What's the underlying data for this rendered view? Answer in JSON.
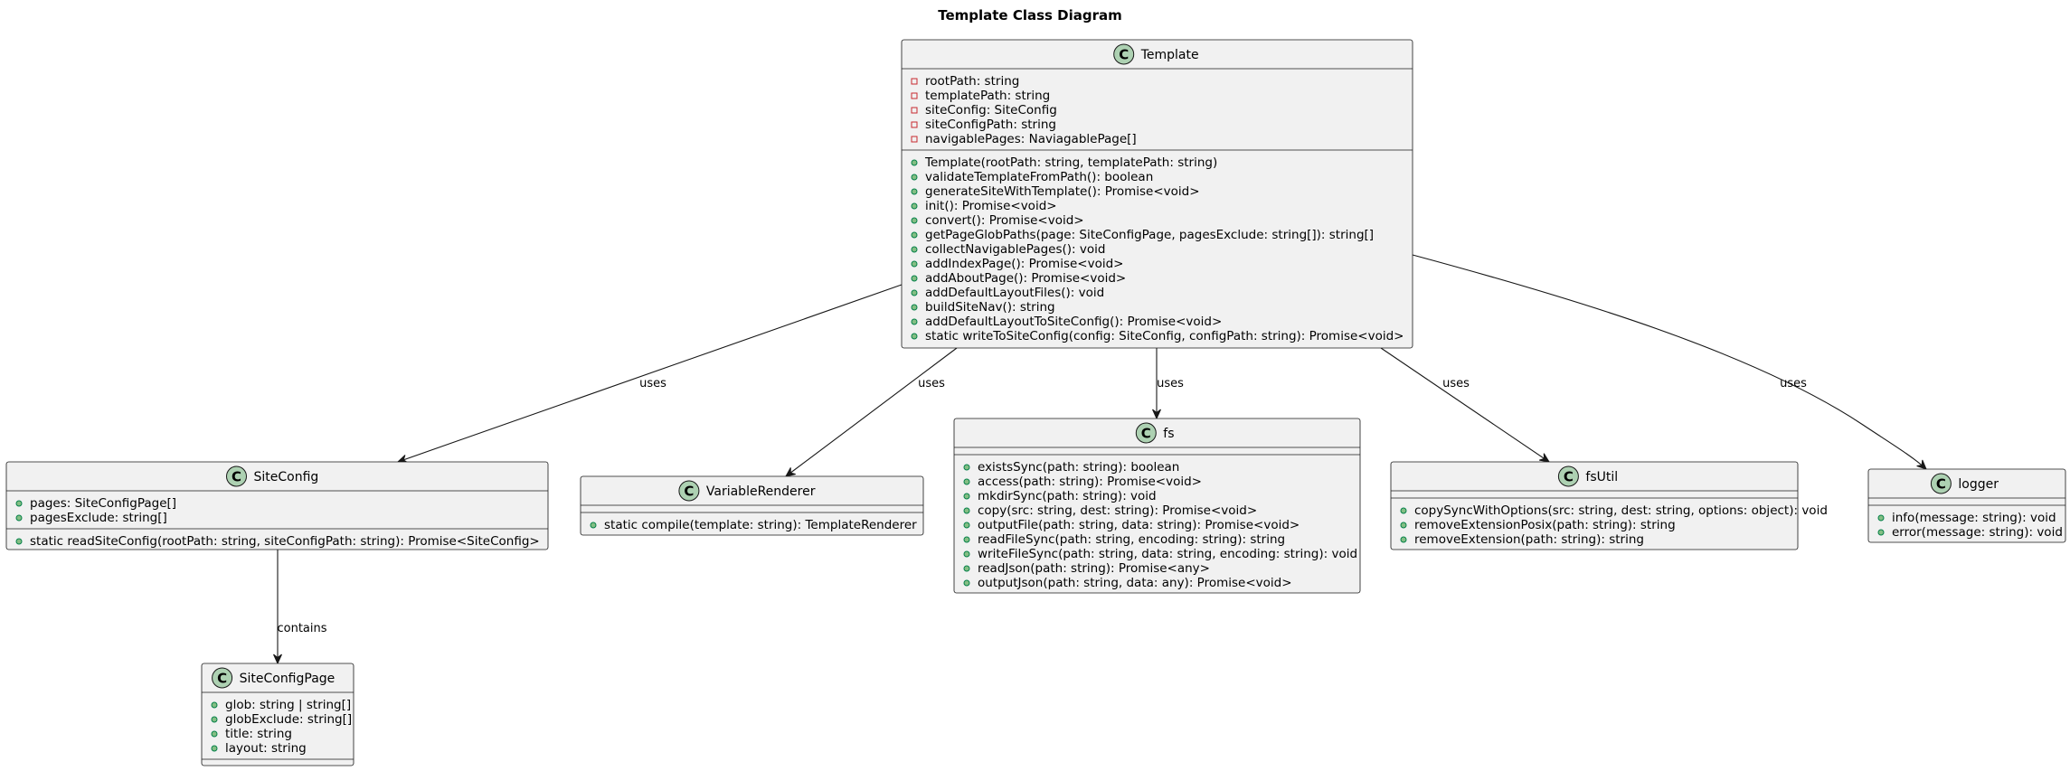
{
  "title": "Template Class Diagram",
  "class_icon_letter": "C",
  "colors": {
    "box_fill": "#f1f1f1",
    "border": "#181818",
    "class_icon": "#add1b2",
    "private_marker": "#c82930",
    "public_marker": "#84be84"
  },
  "classes": {
    "template": {
      "name": "Template",
      "fields": [
        {
          "visibility": "private",
          "text": "rootPath: string"
        },
        {
          "visibility": "private",
          "text": "templatePath: string"
        },
        {
          "visibility": "private",
          "text": "siteConfig: SiteConfig"
        },
        {
          "visibility": "private",
          "text": "siteConfigPath: string"
        },
        {
          "visibility": "private",
          "text": "navigablePages: NaviagablePage[]"
        }
      ],
      "methods": [
        {
          "visibility": "public",
          "text": "Template(rootPath: string, templatePath: string)"
        },
        {
          "visibility": "public",
          "text": "validateTemplateFromPath(): boolean"
        },
        {
          "visibility": "public",
          "text": "generateSiteWithTemplate(): Promise<void>"
        },
        {
          "visibility": "public",
          "text": "init(): Promise<void>"
        },
        {
          "visibility": "public",
          "text": "convert(): Promise<void>"
        },
        {
          "visibility": "public",
          "text": "getPageGlobPaths(page: SiteConfigPage, pagesExclude: string[]): string[]"
        },
        {
          "visibility": "public",
          "text": "collectNavigablePages(): void"
        },
        {
          "visibility": "public",
          "text": "addIndexPage(): Promise<void>"
        },
        {
          "visibility": "public",
          "text": "addAboutPage(): Promise<void>"
        },
        {
          "visibility": "public",
          "text": "addDefaultLayoutFiles(): void"
        },
        {
          "visibility": "public",
          "text": "buildSiteNav(): string"
        },
        {
          "visibility": "public",
          "text": "addDefaultLayoutToSiteConfig(): Promise<void>"
        },
        {
          "visibility": "public",
          "text": "static writeToSiteConfig(config: SiteConfig, configPath: string): Promise<void>"
        }
      ]
    },
    "siteconfig": {
      "name": "SiteConfig",
      "fields": [
        {
          "visibility": "public",
          "text": "pages: SiteConfigPage[]"
        },
        {
          "visibility": "public",
          "text": "pagesExclude: string[]"
        }
      ],
      "methods": [
        {
          "visibility": "public",
          "text": "static readSiteConfig(rootPath: string, siteConfigPath: string): Promise<SiteConfig>"
        }
      ]
    },
    "variablerenderer": {
      "name": "VariableRenderer",
      "fields": [],
      "methods": [
        {
          "visibility": "public",
          "text": "static compile(template: string): TemplateRenderer"
        }
      ]
    },
    "fs": {
      "name": "fs",
      "fields": [],
      "methods": [
        {
          "visibility": "public",
          "text": "existsSync(path: string): boolean"
        },
        {
          "visibility": "public",
          "text": "access(path: string): Promise<void>"
        },
        {
          "visibility": "public",
          "text": "mkdirSync(path: string): void"
        },
        {
          "visibility": "public",
          "text": "copy(src: string, dest: string): Promise<void>"
        },
        {
          "visibility": "public",
          "text": "outputFile(path: string, data: string): Promise<void>"
        },
        {
          "visibility": "public",
          "text": "readFileSync(path: string, encoding: string): string"
        },
        {
          "visibility": "public",
          "text": "writeFileSync(path: string, data: string, encoding: string): void"
        },
        {
          "visibility": "public",
          "text": "readJson(path: string): Promise<any>"
        },
        {
          "visibility": "public",
          "text": "outputJson(path: string, data: any): Promise<void>"
        }
      ]
    },
    "fsutil": {
      "name": "fsUtil",
      "fields": [],
      "methods": [
        {
          "visibility": "public",
          "text": "copySyncWithOptions(src: string, dest: string, options: object): void"
        },
        {
          "visibility": "public",
          "text": "removeExtensionPosix(path: string): string"
        },
        {
          "visibility": "public",
          "text": "removeExtension(path: string): string"
        }
      ]
    },
    "logger": {
      "name": "logger",
      "fields": [],
      "methods": [
        {
          "visibility": "public",
          "text": "info(message: string): void"
        },
        {
          "visibility": "public",
          "text": "error(message: string): void"
        }
      ]
    },
    "siteconfigpage": {
      "name": "SiteConfigPage",
      "fields": [
        {
          "visibility": "public",
          "text": "glob: string | string[]"
        },
        {
          "visibility": "public",
          "text": "globExclude: string[]"
        },
        {
          "visibility": "public",
          "text": "title: string"
        },
        {
          "visibility": "public",
          "text": "layout: string"
        }
      ],
      "methods": []
    }
  },
  "relations": [
    {
      "from": "Template",
      "to": "SiteConfig",
      "label": "uses"
    },
    {
      "from": "Template",
      "to": "VariableRenderer",
      "label": "uses"
    },
    {
      "from": "Template",
      "to": "fs",
      "label": "uses"
    },
    {
      "from": "Template",
      "to": "fsUtil",
      "label": "uses"
    },
    {
      "from": "Template",
      "to": "logger",
      "label": "uses"
    },
    {
      "from": "SiteConfig",
      "to": "SiteConfigPage",
      "label": "contains"
    }
  ]
}
